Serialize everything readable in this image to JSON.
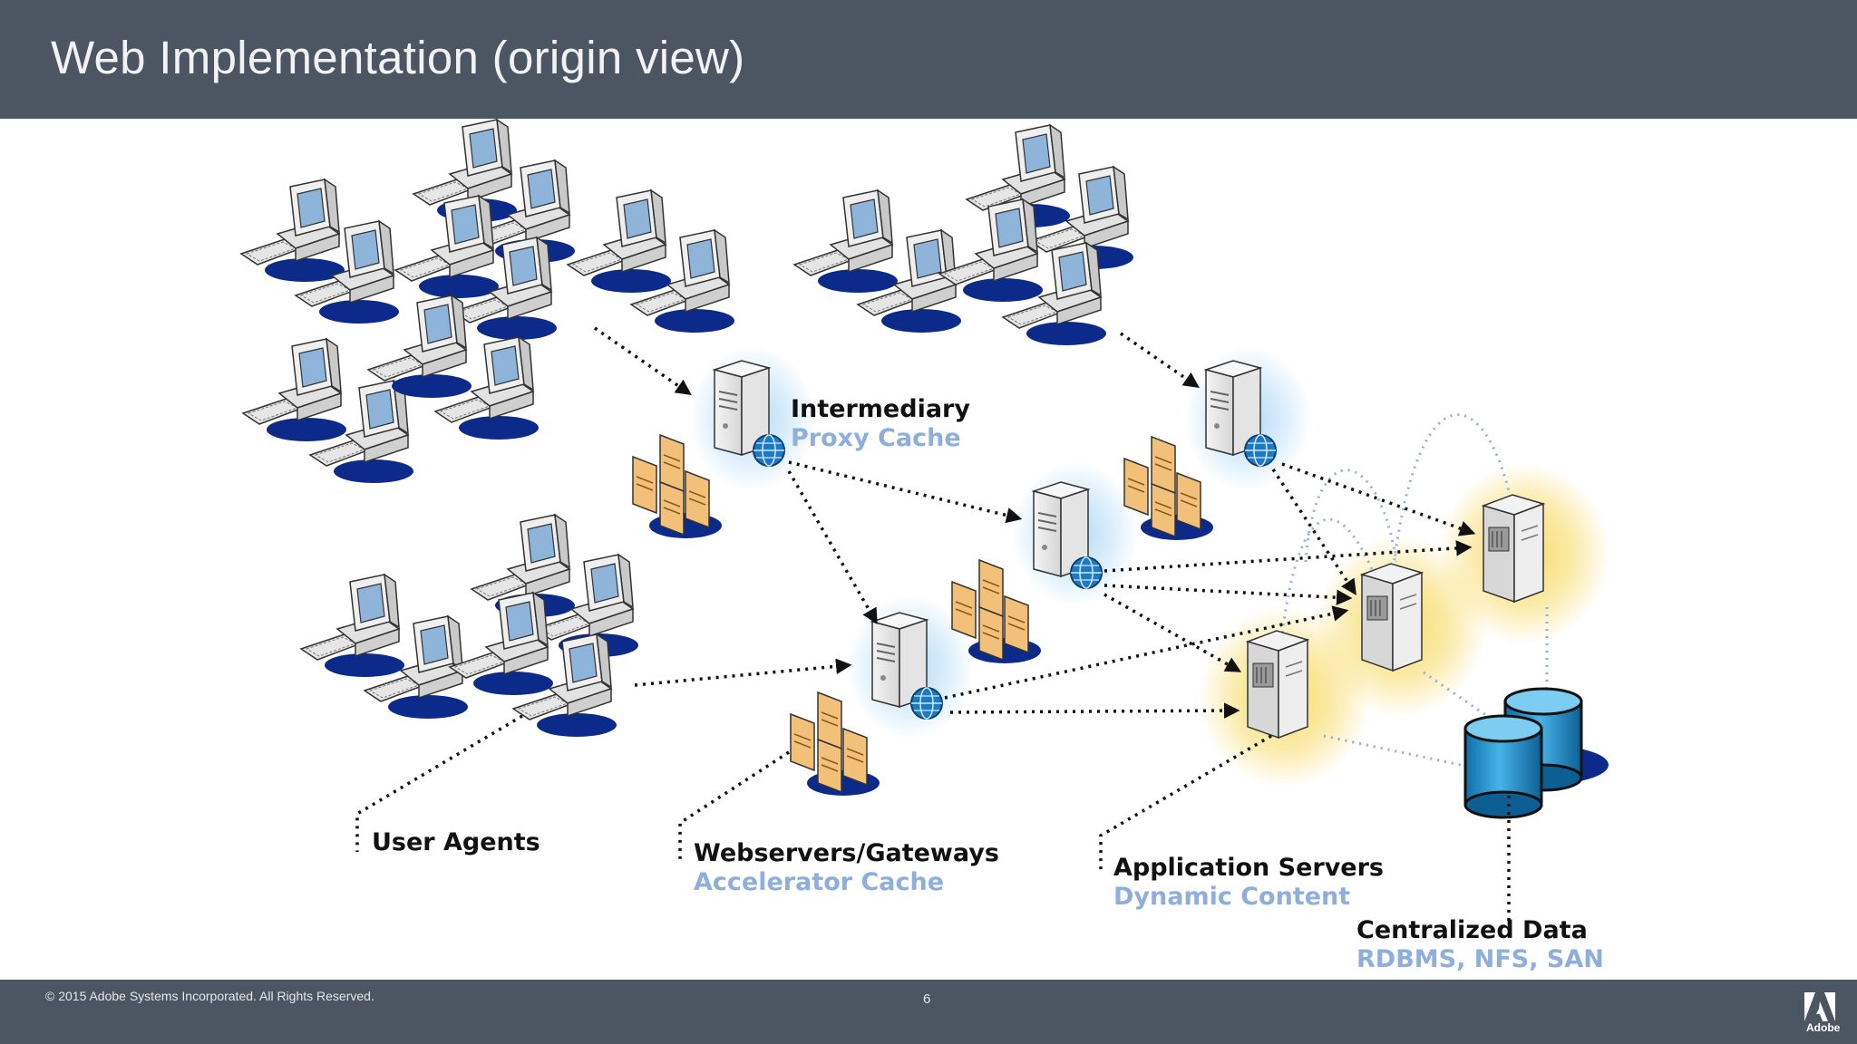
{
  "slide": {
    "title": "Web Implementation (origin view)",
    "copyright": "© 2015 Adobe Systems Incorporated.  All Rights Reserved.",
    "page_number": "6",
    "logo_text": "Adobe"
  },
  "labels": {
    "intermediary": {
      "title": "Intermediary",
      "subtitle": "Proxy Cache"
    },
    "user_agents": {
      "title": "User Agents"
    },
    "webservers": {
      "title": "Webservers/Gateways",
      "subtitle": "Accelerator Cache"
    },
    "app_servers": {
      "title": "Application Servers",
      "subtitle": "Dynamic Content"
    },
    "data": {
      "title": "Centralized Data",
      "subtitle": "RDBMS, NFS, SAN"
    }
  },
  "colors": {
    "header_bg": "#4b5662",
    "label_sub": "#8eaedb",
    "computer_shadow": "#0b2a8a",
    "db_blue": "#1c88c8",
    "app_glow": "#f7d44a",
    "proxy_glow": "#a9d6f5"
  }
}
